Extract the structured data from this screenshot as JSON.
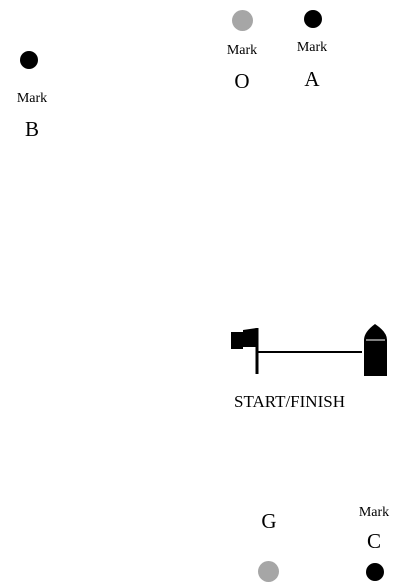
{
  "marks": [
    {
      "id": "o",
      "word": "Mark",
      "letter": "O",
      "color": "#a6a6a6"
    },
    {
      "id": "a",
      "word": "Mark",
      "letter": "A",
      "color": "#000000"
    },
    {
      "id": "b",
      "word": "Mark",
      "letter": "B",
      "color": "#000000"
    },
    {
      "id": "g",
      "word": "",
      "letter": "G",
      "color": "#a6a6a6"
    },
    {
      "id": "c",
      "word": "Mark",
      "letter": "C",
      "color": "#000000"
    }
  ],
  "start_finish": {
    "label": "START/FINISH",
    "pin_end_icon": "flag-icon",
    "committee_end_icon": "boat-icon"
  },
  "colors": {
    "black_mark": "#000000",
    "grey_mark": "#a6a6a6",
    "line": "#000000"
  }
}
